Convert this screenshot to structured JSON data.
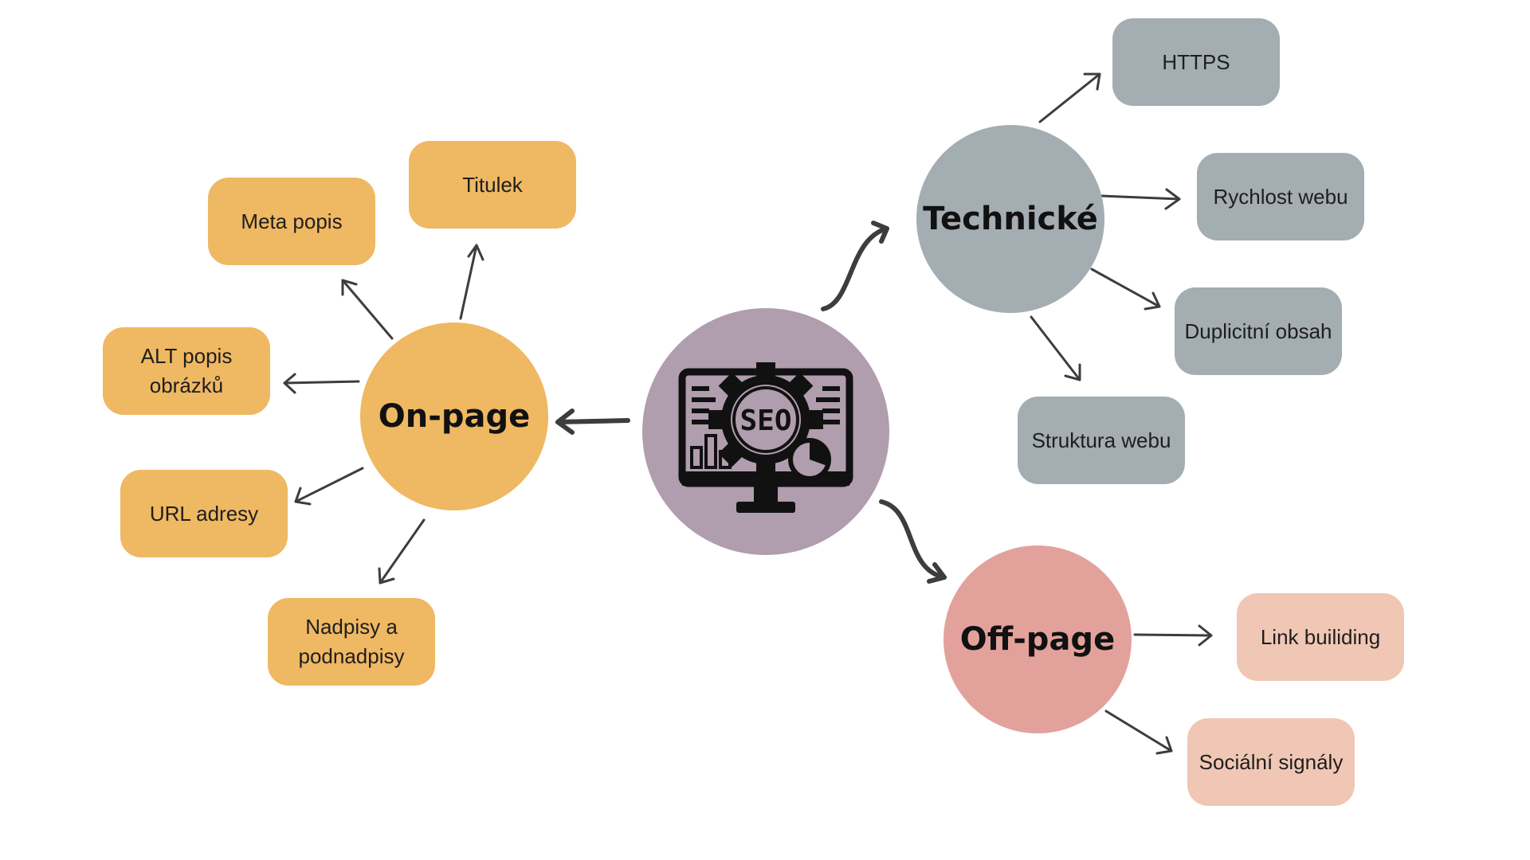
{
  "center": {
    "icon": "seo-monitor-gear-icon",
    "icon_text": "SEO",
    "color": "#b09dae"
  },
  "hubs": {
    "onpage": {
      "label": "On-page",
      "color": "#efb862"
    },
    "technical": {
      "label": "Technické",
      "color": "#a4adb1"
    },
    "offpage": {
      "label": "Off-page",
      "color": "#e2a29b"
    }
  },
  "onpage_items": [
    {
      "label": "Meta popis"
    },
    {
      "label": "Titulek"
    },
    {
      "label": "ALT popis obrázků"
    },
    {
      "label": "URL adresy"
    },
    {
      "label": "Nadpisy a podnadpisy"
    }
  ],
  "technical_items": [
    {
      "label": "HTTPS"
    },
    {
      "label": "Rychlost webu"
    },
    {
      "label": "Duplicitní obsah"
    },
    {
      "label": "Struktura webu"
    }
  ],
  "offpage_items": [
    {
      "label": "Link builiding"
    },
    {
      "label": "Sociální signály"
    }
  ],
  "colors": {
    "onpage_box": "#efb862",
    "technical_box": "#a4adb1",
    "offpage_box": "#f0c6b4",
    "arrow": "#3d3d3d"
  }
}
